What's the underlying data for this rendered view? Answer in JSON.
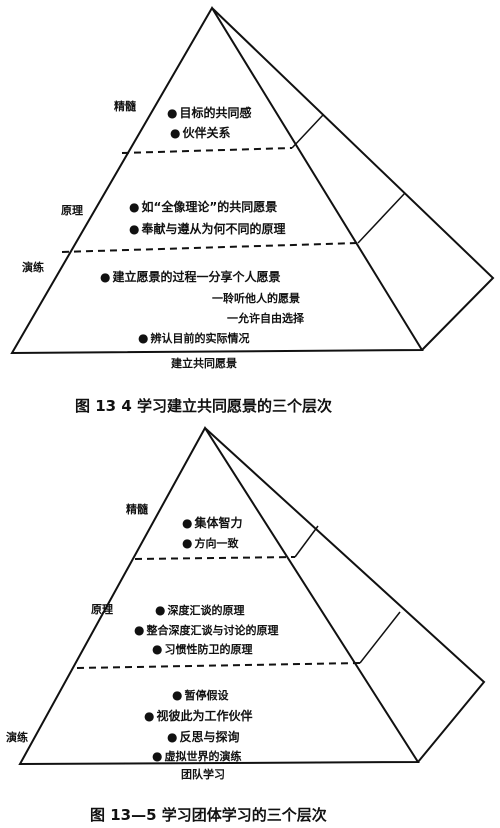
{
  "figure1": {
    "level_labels": {
      "top": "精髓",
      "middle": "原理",
      "bottom": "演练"
    },
    "top_items": [
      "目标的共同感",
      "伙伴关系"
    ],
    "middle_items": [
      "如“全像理论”的共同愿景",
      "奉献与遵从为何不同的原理"
    ],
    "bottom_items": {
      "main": "建立愿景的过程一分享个人愿景",
      "sub": [
        "一聆听他人的愿景",
        "一允许自由选择"
      ],
      "last": "辨认目前的实际情况"
    },
    "base_label": "建立共同愿景",
    "caption": "图 13 4  学习建立共同愿景的三个层次"
  },
  "figure2": {
    "level_labels": {
      "top": "精髓",
      "middle": "原理",
      "bottom": "演练"
    },
    "top_items": [
      "集体智力",
      "方向一致"
    ],
    "middle_items": [
      "深度汇谈的原理",
      "整合深度汇谈与讨论的原理",
      "习惯性防卫的原理"
    ],
    "bottom_items": [
      "暂停假设",
      "视彼此为工作伙伴",
      "反思与探询",
      "虚拟世界的演练"
    ],
    "base_label": "团队学习",
    "caption": "图 13—5  学习团体学习的三个层次"
  }
}
